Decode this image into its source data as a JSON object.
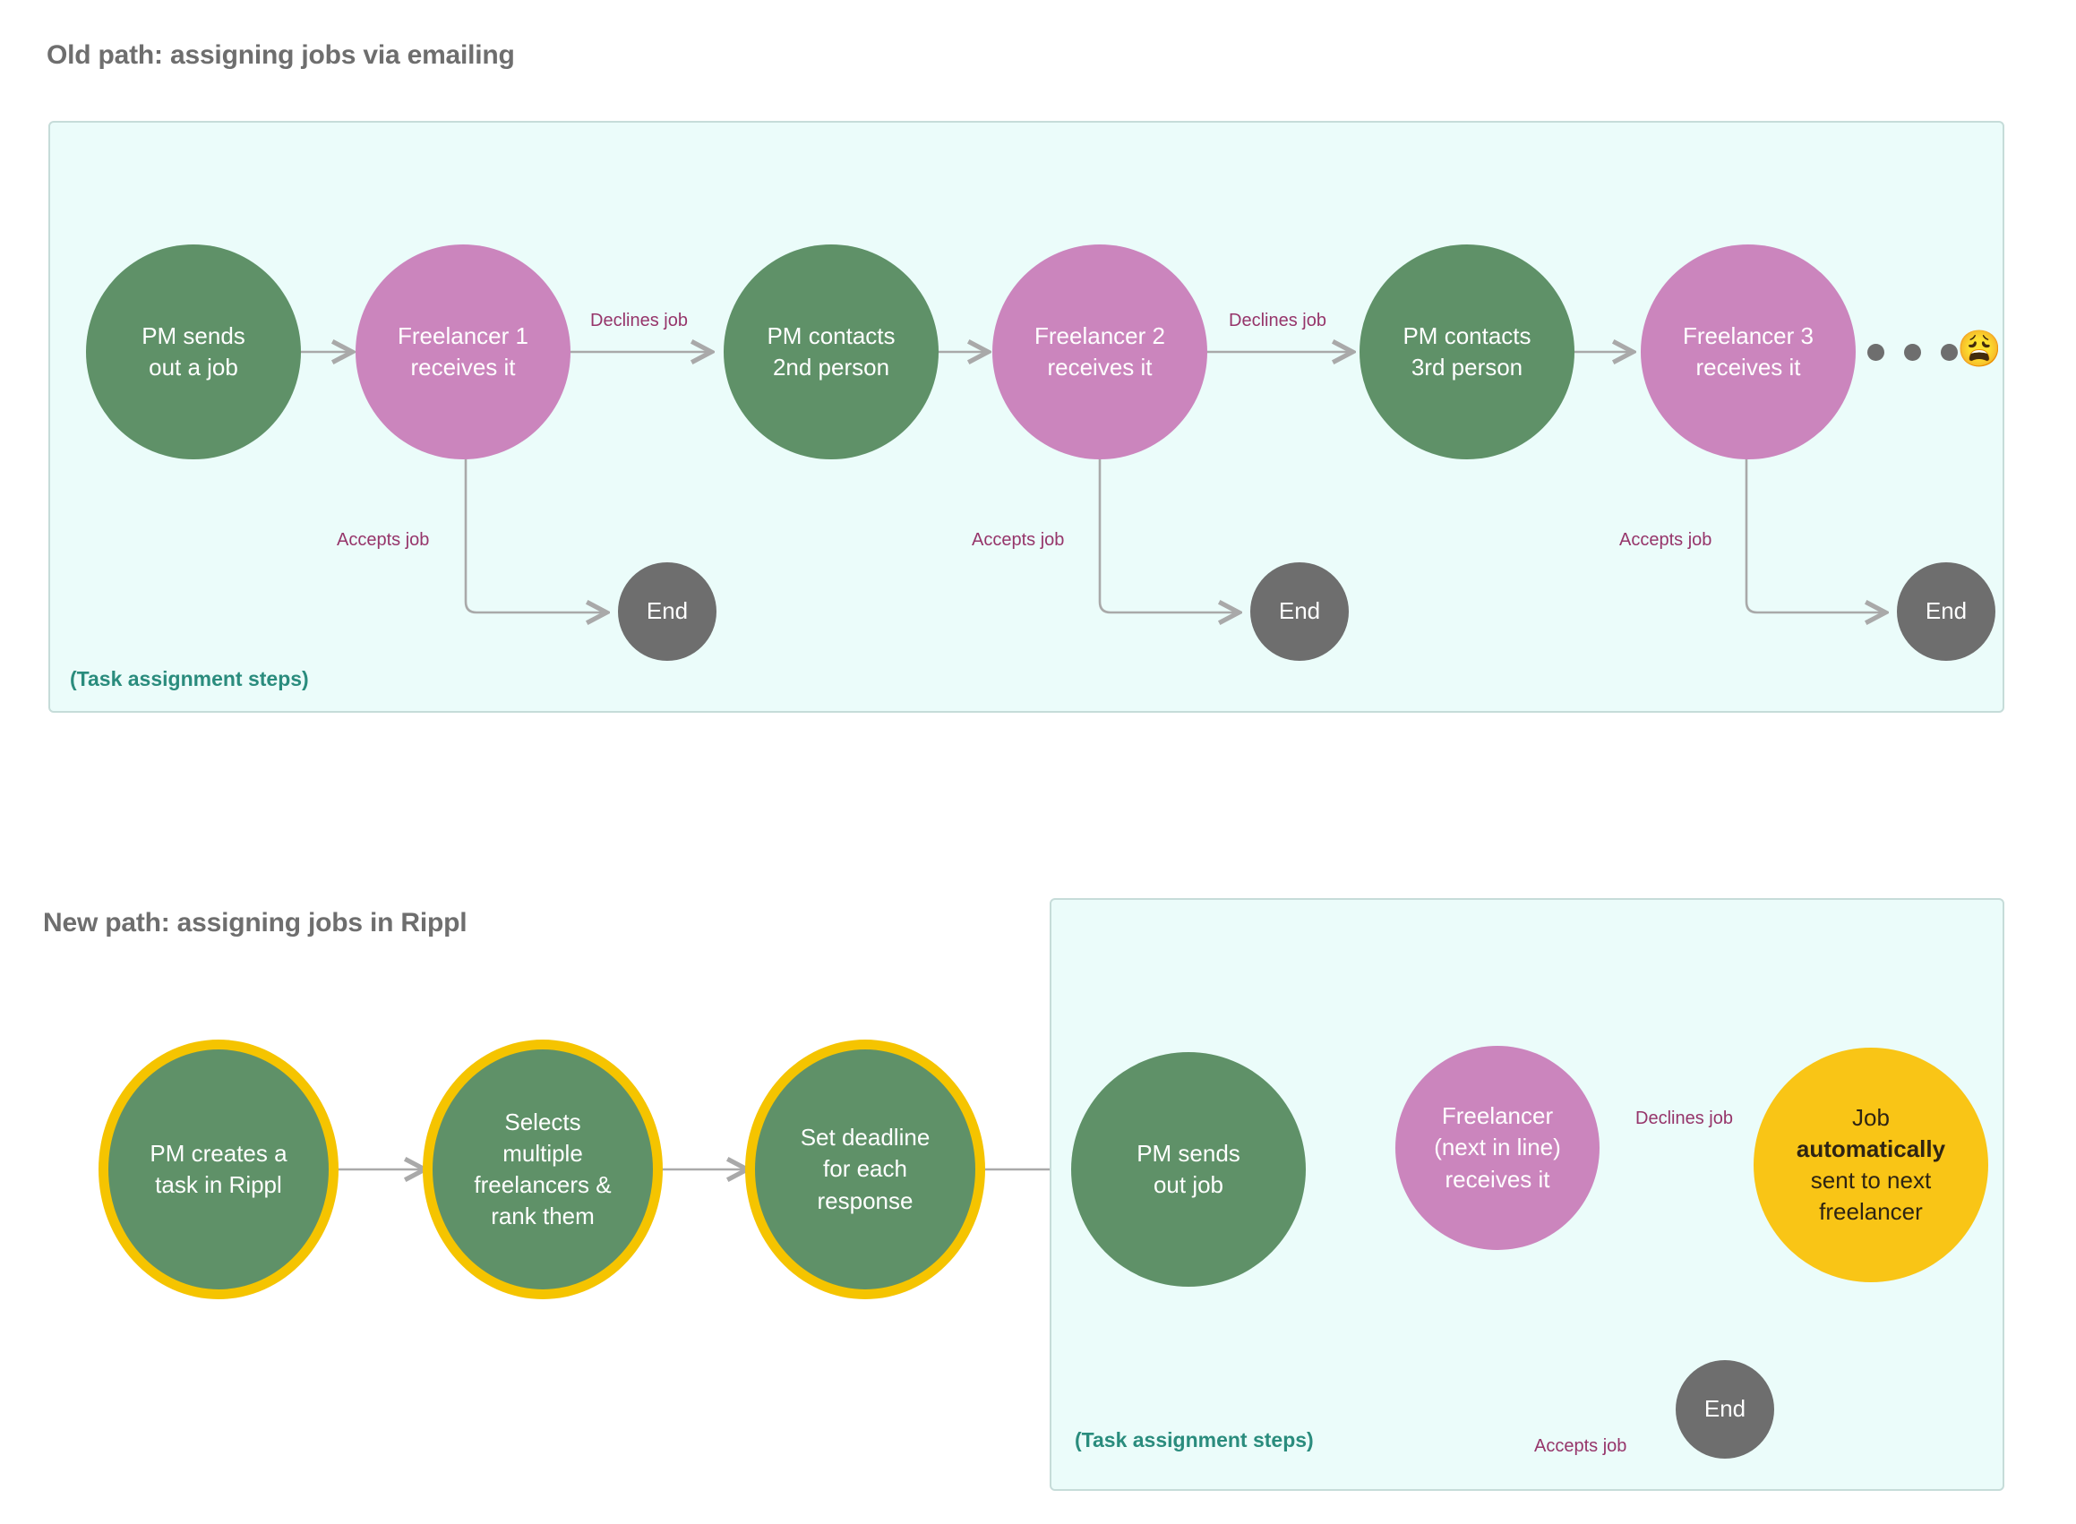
{
  "sections": {
    "old": {
      "title": "Old path: assigning jobs via emailing",
      "caption": "(Task assignment steps)",
      "nodes": [
        {
          "id": "pm-sends-job",
          "label": "PM sends\nout a job",
          "color": "green"
        },
        {
          "id": "freelancer-1",
          "label": "Freelancer 1\nreceives it",
          "color": "pink"
        },
        {
          "id": "pm-contacts-2nd",
          "label": "PM contacts\n2nd person",
          "color": "green"
        },
        {
          "id": "freelancer-2",
          "label": "Freelancer 2\nreceives it",
          "color": "pink"
        },
        {
          "id": "pm-contacts-3rd",
          "label": "PM contacts\n3rd person",
          "color": "green"
        },
        {
          "id": "freelancer-3",
          "label": "Freelancer 3\nreceives it",
          "color": "pink"
        }
      ],
      "end_nodes": [
        {
          "id": "end-1",
          "label": "End"
        },
        {
          "id": "end-2",
          "label": "End"
        },
        {
          "id": "end-3",
          "label": "End"
        }
      ],
      "edge_labels": {
        "declines": [
          "Declines job",
          "Declines job"
        ],
        "accepts": [
          "Accepts job",
          "Accepts job",
          "Accepts job"
        ]
      },
      "ellipsis_dots": 3,
      "emoji": "😩"
    },
    "new": {
      "title": "New path: assigning jobs in Rippl",
      "caption": "(Task assignment steps)",
      "nodes": [
        {
          "id": "pm-creates-task",
          "label": "PM creates a\ntask in Rippl",
          "color": "green",
          "ring": true
        },
        {
          "id": "selects-rank",
          "label": "Selects\nmultiple\nfreelancers &\nrank them",
          "color": "green",
          "ring": true
        },
        {
          "id": "set-deadline",
          "label": "Set deadline\nfor each\nresponse",
          "color": "green",
          "ring": true
        },
        {
          "id": "pm-sends-out-job",
          "label": "PM sends\nout job",
          "color": "green",
          "ring": false
        },
        {
          "id": "freelancer-next",
          "label": "Freelancer\n(next in line)\nreceives it",
          "color": "pink",
          "ring": false
        },
        {
          "id": "auto-next",
          "label_parts": [
            "Job",
            "automatically",
            "sent to next",
            "freelancer"
          ],
          "bold_index": 1,
          "color": "yellow",
          "ring": false
        }
      ],
      "end_nodes": [
        {
          "id": "end-new",
          "label": "End"
        }
      ],
      "edge_labels": {
        "declines": [
          "Declines job"
        ],
        "accepts": [
          "Accepts job"
        ]
      }
    }
  },
  "colors": {
    "green": "#5f9168",
    "pink": "#cb85bd",
    "gray": "#6e6e6e",
    "yellow": "#f9c516",
    "ring": "#f5c400",
    "panel_bg": "#ebfcfa",
    "panel_border": "#c6dcd9",
    "title_text": "#6e6e6e",
    "caption_text": "#2a8c7d",
    "edge_label_text": "#96356a",
    "wire": "#a9a9a9"
  }
}
